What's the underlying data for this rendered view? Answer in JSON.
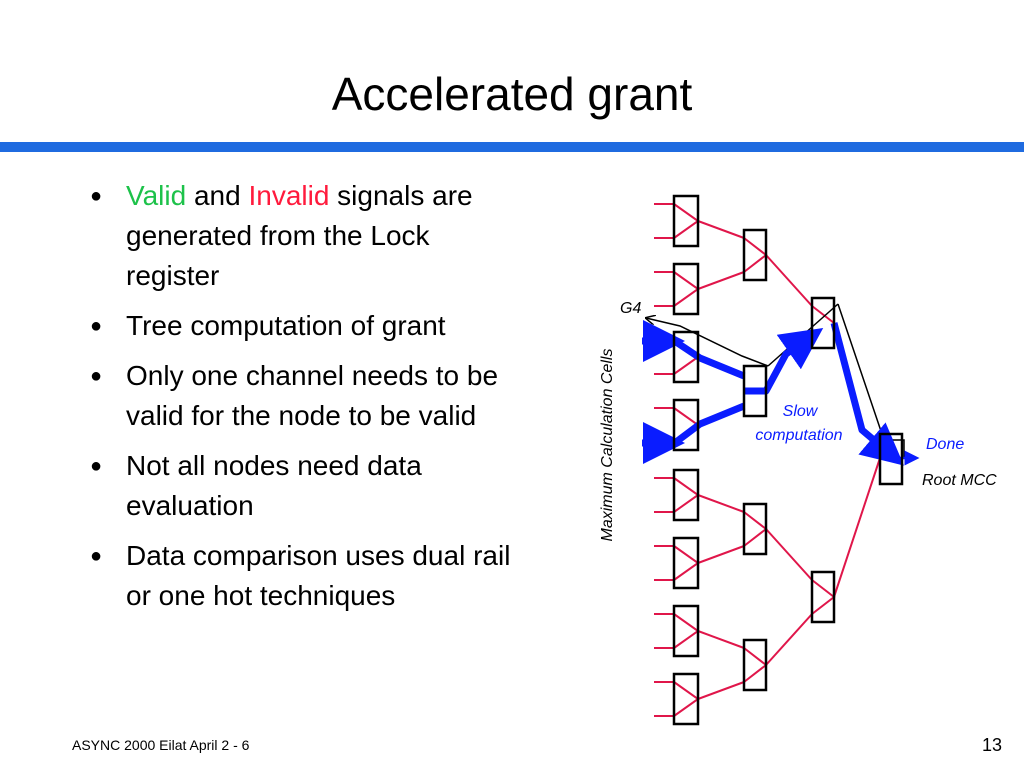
{
  "title": "Accelerated grant",
  "bullets": {
    "b1": {
      "valid": "Valid",
      "and": " and ",
      "invalid": "Invalid",
      "rest": " signals are generated from the Lock register"
    },
    "b2": "Tree computation of grant",
    "b3": "Only one channel needs to be valid for the node to be valid",
    "b4": "Not all nodes need data evaluation",
    "b5": "Data comparison uses dual rail or one hot techniques"
  },
  "diagram": {
    "g4_label": "G4",
    "slow_label_1": "Slow",
    "slow_label_2": "computation",
    "done_label": "Done",
    "root_label": "Root MCC",
    "axis_label": "Maximum Calculation Cells"
  },
  "colors": {
    "accent_rule": "#1f6be0",
    "valid": "#1dc24a",
    "invalid": "#ff1a3c",
    "signal": "#0a1cff",
    "wire": "#e0164a"
  },
  "footer": {
    "left": "ASYNC 2000 Eilat April 2 - 6",
    "page": "13"
  }
}
